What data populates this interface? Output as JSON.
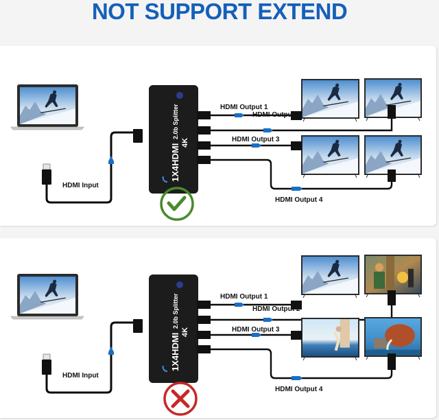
{
  "title": "NOT SUPPORT EXTEND",
  "colors": {
    "title": "#1560b8",
    "arrow": "#1a6fc4",
    "check": "#4a8a2c",
    "cross": "#c62828",
    "cable": "#0a0a0a",
    "splitter": "#1c1c1c"
  },
  "splitter": {
    "model_text": "1X4HDMI",
    "version_text": "2.0b Splitter",
    "badge": "4K",
    "logo_icon": "brand-logo-icon"
  },
  "panels": [
    {
      "id": "supported",
      "status": "correct",
      "status_icon": "check-circle-icon",
      "input_label": "HDMI Input",
      "outputs": [
        {
          "label": "HDMI Output 1",
          "screen": "skier"
        },
        {
          "label": "HDMI Output 2",
          "screen": "skier"
        },
        {
          "label": "HDMI Output 3",
          "screen": "skier"
        },
        {
          "label": "HDMI Output 4",
          "screen": "skier"
        }
      ],
      "source_screen": "skier"
    },
    {
      "id": "not-supported",
      "status": "incorrect",
      "status_icon": "x-circle-icon",
      "input_label": "HDMI Input",
      "outputs": [
        {
          "label": "HDMI Output 1",
          "screen": "skier"
        },
        {
          "label": "HDMI Output 2",
          "screen": "game"
        },
        {
          "label": "HDMI Output 3",
          "screen": "beach"
        },
        {
          "label": "HDMI Output 4",
          "screen": "animation"
        }
      ],
      "source_screen": "skier"
    }
  ]
}
